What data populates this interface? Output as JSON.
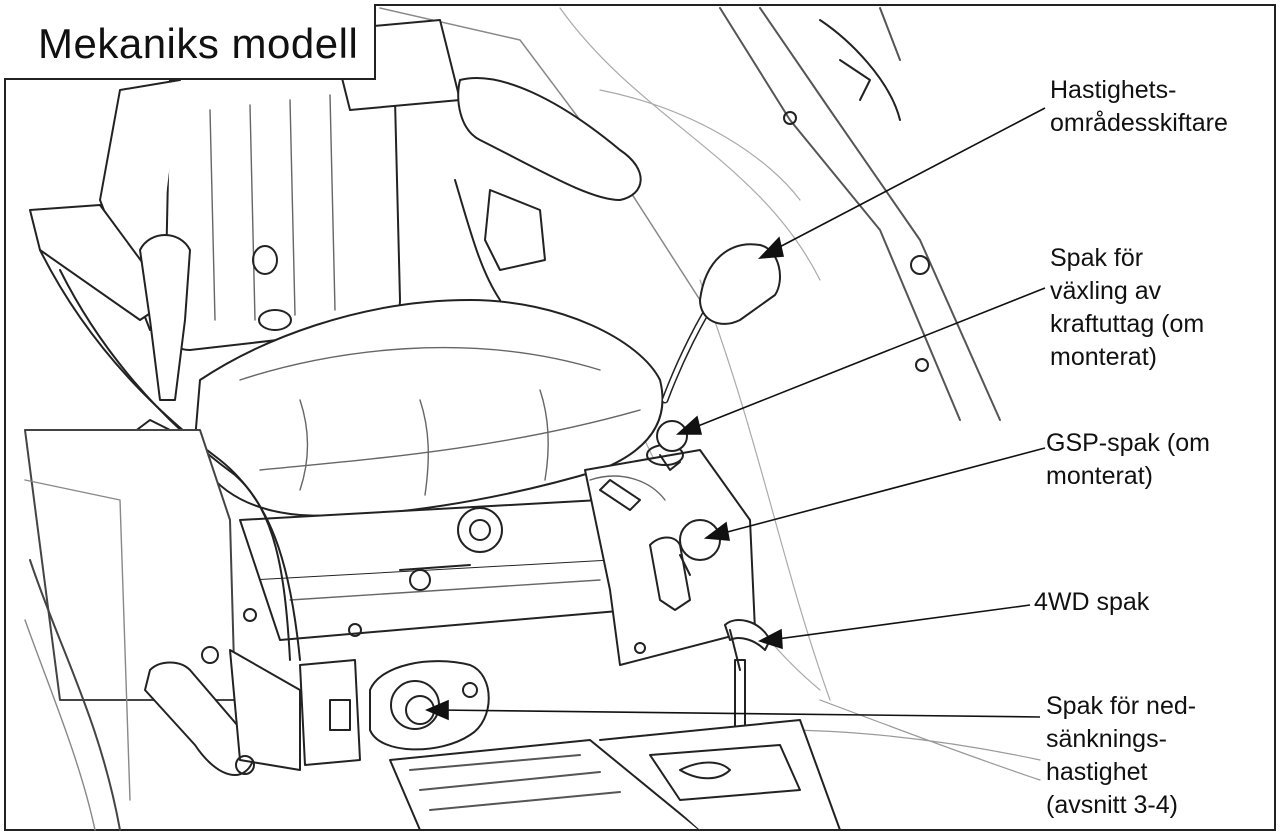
{
  "title": "Mekaniks modell",
  "callouts": {
    "speed_range": [
      "Hastighets-",
      "områdesskiftare"
    ],
    "pto": [
      "Spak för",
      "växling av",
      "kraftuttag (om",
      "monterat)"
    ],
    "gsp": [
      "GSP-spak (om",
      "monterat)"
    ],
    "wd4": [
      "4WD spak"
    ],
    "lowering": [
      "Spak för ned-",
      "sänknings-",
      "hastighet",
      "(avsnitt 3-4)"
    ]
  }
}
